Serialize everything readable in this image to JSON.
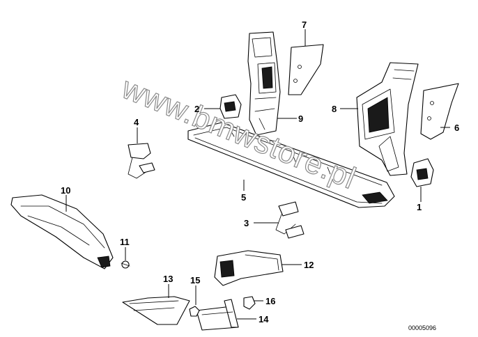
{
  "watermark": "www.bmwstore.pl",
  "document_number": "00005096",
  "callouts": [
    "1",
    "2",
    "3",
    "4",
    "5",
    "6",
    "7",
    "8",
    "9",
    "10",
    "11",
    "12",
    "13",
    "14",
    "15",
    "16"
  ]
}
